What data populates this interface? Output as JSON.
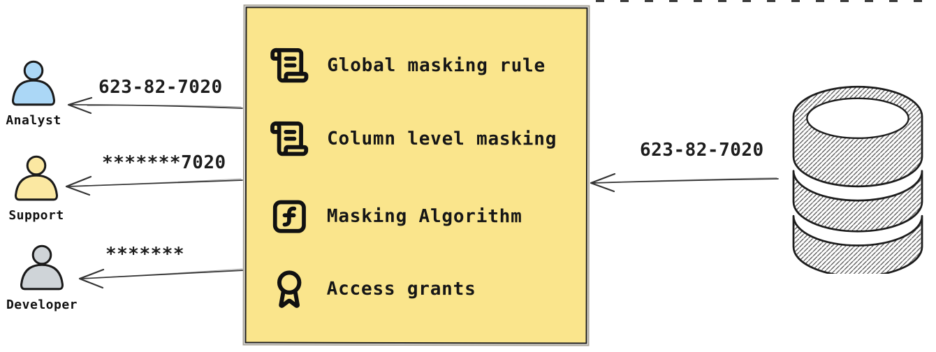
{
  "personas": [
    {
      "label": "Analyst",
      "arrow_value": "623-82-7020",
      "fill": "#ABD7F6"
    },
    {
      "label": "Support",
      "arrow_value": "*******7020",
      "fill": "#FBE8A2"
    },
    {
      "label": "Developer",
      "arrow_value": "*******",
      "fill": "#CFD4D8"
    }
  ],
  "masking_box": {
    "background": "#FAE58C",
    "border_color": "#1c1c1c",
    "items": [
      {
        "icon": "scroll-icon",
        "label": "Global masking rule"
      },
      {
        "icon": "scroll-icon",
        "label": "Column level masking"
      },
      {
        "icon": "function-square-icon",
        "label": "Masking Algorithm"
      },
      {
        "icon": "award-icon",
        "label": "Access grants"
      }
    ]
  },
  "database": {
    "icon": "database-icon",
    "arrow_value": "623-82-7020"
  },
  "colors": {
    "stroke": "#1c1c1c",
    "arrow": "#333333"
  }
}
